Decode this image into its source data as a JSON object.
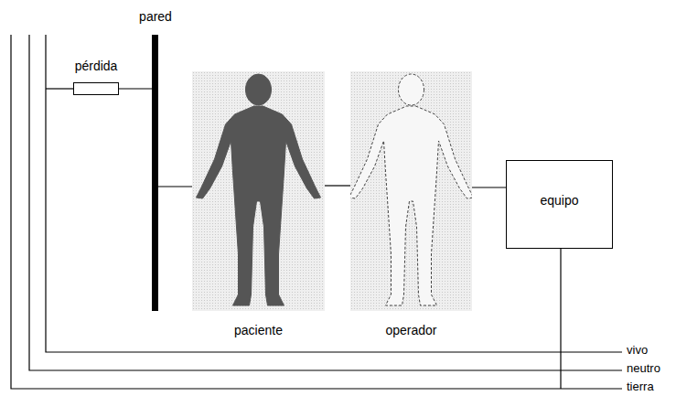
{
  "diagram": {
    "nodes": [
      {
        "text": [
          "pared"
        ]
      },
      {
        "text": [
          "pérdida"
        ]
      },
      {
        "text": [
          "paciente"
        ]
      },
      {
        "text": [
          "operador"
        ]
      },
      {
        "text": [
          "equipo"
        ]
      }
    ],
    "edges": [
      {
        "from": 1,
        "to": 0,
        "arrow": "none"
      },
      {
        "from": 0,
        "to": 2,
        "arrow": "none"
      },
      {
        "from": 2,
        "to": 3,
        "arrow": "none"
      },
      {
        "from": 3,
        "to": 4,
        "arrow": "none"
      }
    ],
    "labels": [
      "vivo",
      "neutro",
      "tierra"
    ]
  }
}
